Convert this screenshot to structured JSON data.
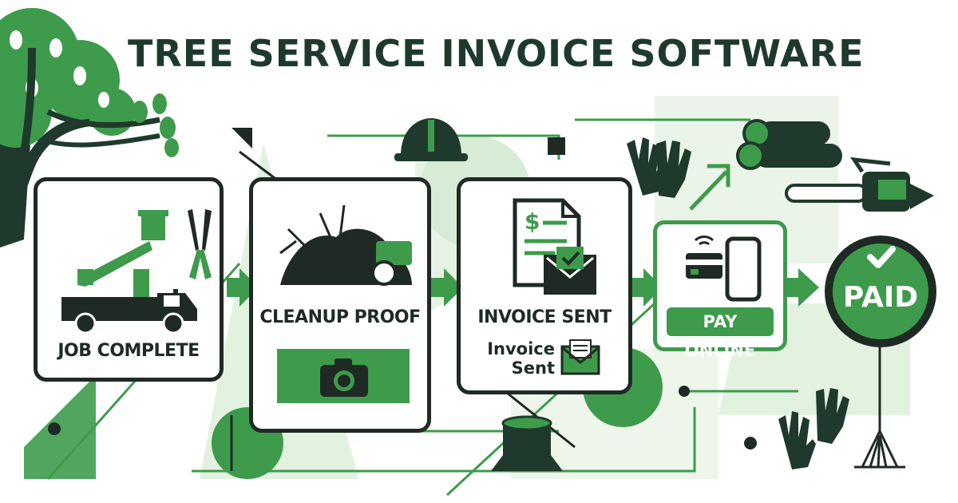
{
  "title": "TREE SERVICE INVOICE SOFTWARE",
  "steps": [
    {
      "label": "JOB COMPLETE",
      "icon": "bucket-truck-icon"
    },
    {
      "label": "CLEANUP PROOF",
      "icon": "debris-pile-icon"
    },
    {
      "label": "INVOICE SENT",
      "icon": "invoice-document-icon",
      "sub_line1": "Invoice",
      "sub_line2": "Sent"
    },
    {
      "label": "PAY ONLINE",
      "icon": "card-phone-payment-icon"
    }
  ],
  "badge": {
    "label": "PAID",
    "icon": "check-mark-icon"
  },
  "colors": {
    "green": "#3e9b4c",
    "dark": "#1f2a24",
    "light_green": "#d7ebd6",
    "title": "#1f3a2c"
  }
}
